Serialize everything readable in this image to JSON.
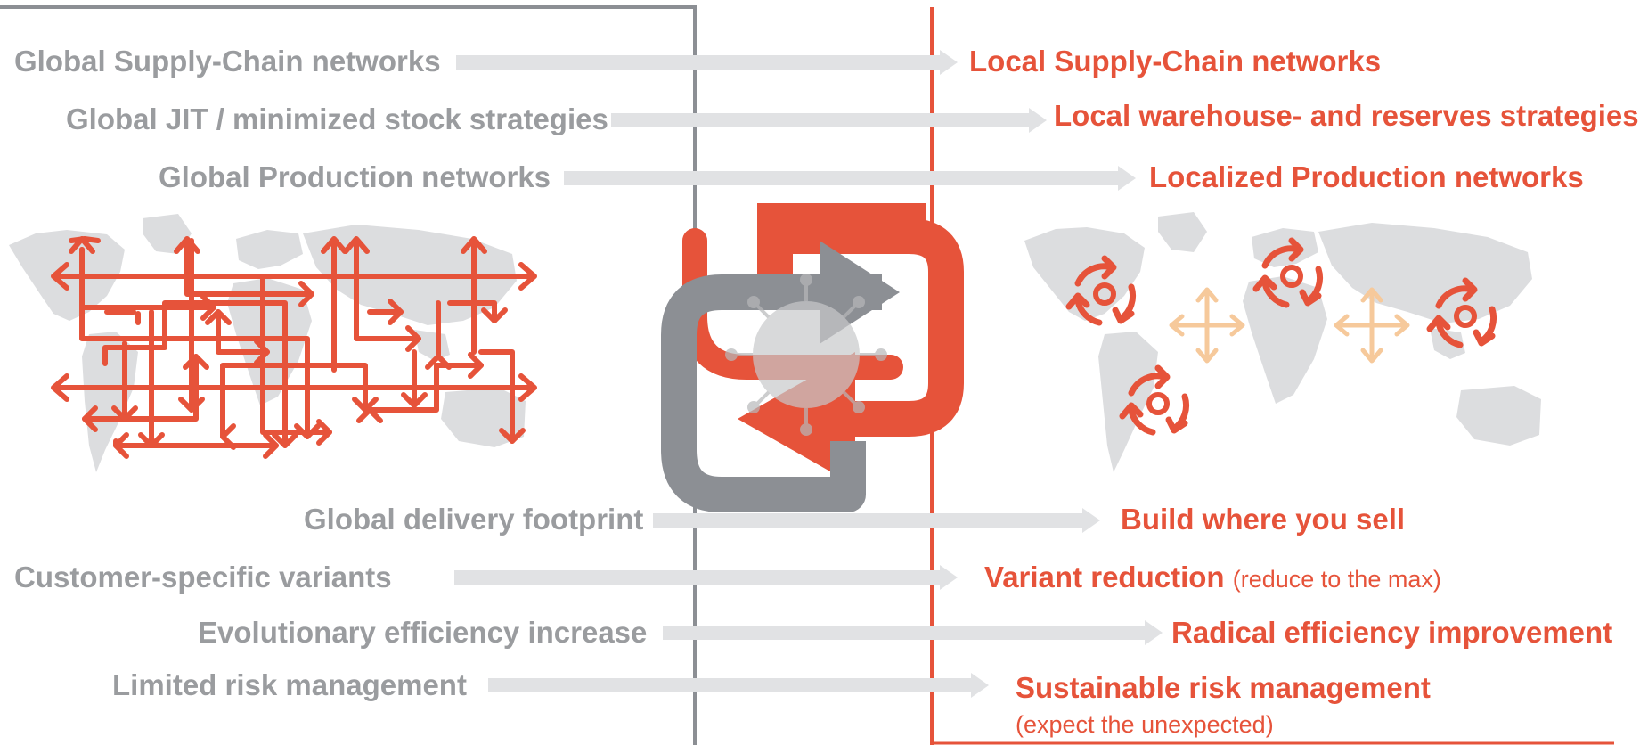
{
  "global_items": [
    "Global Supply-Chain networks",
    "Global JIT / minimized stock strategies",
    "Global Production networks",
    "Global delivery footprint",
    "Customer-specific variants",
    "Evolutionary efficiency increase",
    "Limited risk management"
  ],
  "local_items": [
    {
      "main": "Local Supply-Chain networks"
    },
    {
      "main": "Local warehouse- and reserves strategies"
    },
    {
      "main": "Localized Production networks"
    },
    {
      "main": "Build where you sell"
    },
    {
      "main": "Variant reduction",
      "note": "(reduce to the max)"
    },
    {
      "main": "Radical efficiency improvement"
    },
    {
      "main": "Sustainable risk management",
      "sub": "(expect the unexpected)"
    }
  ],
  "colors": {
    "accent": "#e6533a",
    "grey_text": "#9a9c9f",
    "arrow_grey": "#e1e2e4",
    "icon_grey": "#8c8f94",
    "map_grey": "#dcdddf",
    "light_orange": "#f6c99b"
  },
  "icons": [
    "world-map",
    "tangled-arrows",
    "recycle-arrows",
    "exchange-arrows",
    "virus",
    "cross-arrows"
  ]
}
